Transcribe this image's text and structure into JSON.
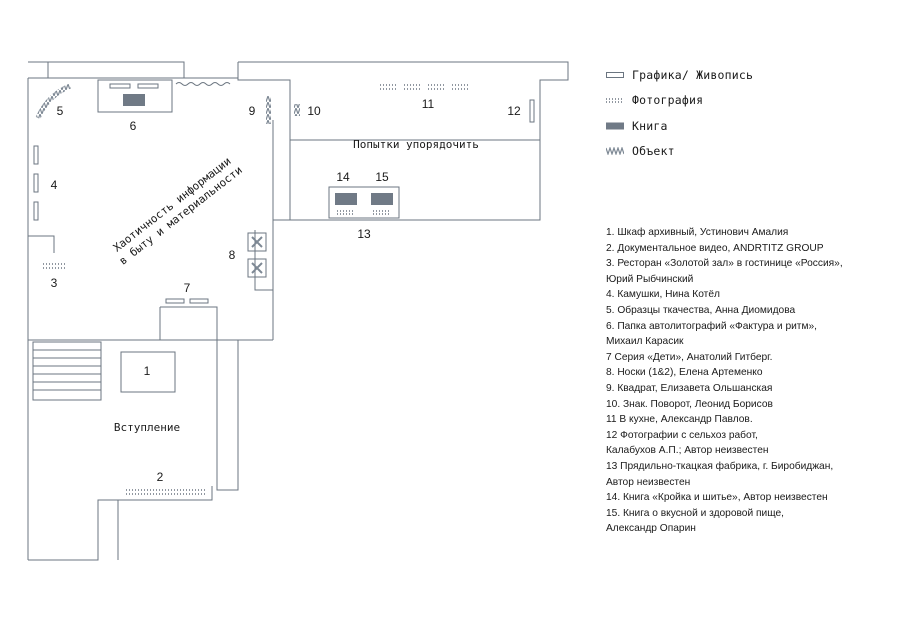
{
  "legend": [
    {
      "icon": "outline-rect-icon",
      "label": "Графика/ Живопись"
    },
    {
      "icon": "dotted-line-icon",
      "label": "Фотография"
    },
    {
      "icon": "filled-rect-icon",
      "label": "Книга"
    },
    {
      "icon": "zigzag-icon",
      "label": "Объект"
    }
  ],
  "zones": {
    "chaos_line1": "Хаотичность информации",
    "chaos_line2": "в быту и материальности",
    "order": "Попытки упорядочить",
    "intro": "Вступление"
  },
  "markers": {
    "m1": "1",
    "m2": "2",
    "m3": "3",
    "m4": "4",
    "m5": "5",
    "m6": "6",
    "m7": "7",
    "m8": "8",
    "m9": "9",
    "m10": "10",
    "m11": "11",
    "m12": "12",
    "m13": "13",
    "m14": "14",
    "m15": "15"
  },
  "works": [
    "1. Шкаф архивный, Устинович Амалия",
    "2. Документальное видео, ANDRTITZ GROUP",
    "3. Ресторан «Золотой зал» в гостинице «Россия»,",
    "Юрий Рыбчинский",
    "4. Камушки, Нина Котёл",
    "5. Образцы ткачества, Анна Диомидова",
    "6. Папка автолитографий «Фактура и ритм»,",
    "Михаил Карасик",
    "7 Серия «Дети», Анатолий Гитберг.",
    "8. Носки (1&2), Елена Артеменко",
    "9. Квадрат, Елизавета Ольшанская",
    "10. Знак. Поворот, Леонид Борисов",
    "11 В кухне, Александр Павлов.",
    "12 Фотографии с сельхоз работ,",
    "Калабухов А.П.; Автор неизвестен",
    "13 Прядильно-ткацкая фабрика, г. Биробиджан,",
    "Автор неизвестен",
    "14. Книга «Кройка и шитье», Автор неизвестен",
    "15. Книга о вкусной и здоровой пище,",
    "Александр Опарин"
  ],
  "colors": {
    "wall": "#6b7580",
    "book": "#707a86",
    "object": "#7d8894",
    "ink": "#1a1a1a"
  }
}
